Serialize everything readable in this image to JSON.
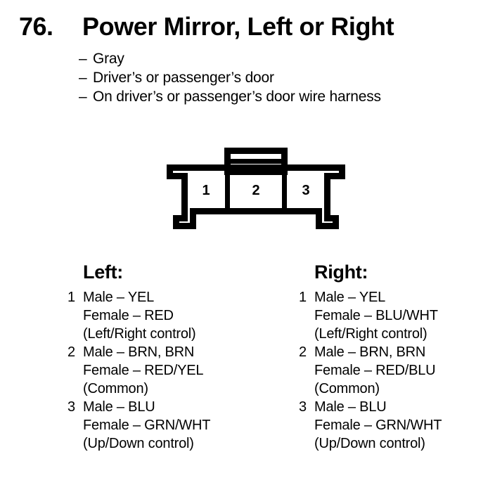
{
  "entry": {
    "number": "76.",
    "title": "Power Mirror, Left or Right"
  },
  "bullets": [
    {
      "dash": "–",
      "text": "Gray"
    },
    {
      "dash": "–",
      "text": "Driver’s or passenger’s door"
    },
    {
      "dash": "–",
      "text": "On driver’s or passenger’s door wire harness"
    }
  ],
  "connector": {
    "name": "3-pin-connector",
    "pins": [
      "1",
      "2",
      "3"
    ],
    "outline_color": "#000000",
    "fill_color": "#ffffff"
  },
  "columns": [
    {
      "heading": "Left:",
      "pins": [
        {
          "index": "1",
          "male": "Male – YEL",
          "female": "Female – RED",
          "function": "(Left/Right control)"
        },
        {
          "index": "2",
          "male": "Male – BRN, BRN",
          "female": "Female – RED/YEL",
          "function": "(Common)"
        },
        {
          "index": "3",
          "male": "Male – BLU",
          "female": "Female – GRN/WHT",
          "function": "(Up/Down control)"
        }
      ]
    },
    {
      "heading": "Right:",
      "pins": [
        {
          "index": "1",
          "male": "Male – YEL",
          "female": "Female – BLU/WHT",
          "function": "(Left/Right control)"
        },
        {
          "index": "2",
          "male": "Male – BRN, BRN",
          "female": "Female – RED/BLU",
          "function": "(Common)"
        },
        {
          "index": "3",
          "male": "Male – BLU",
          "female": "Female – GRN/WHT",
          "function": "(Up/Down control)"
        }
      ]
    }
  ]
}
